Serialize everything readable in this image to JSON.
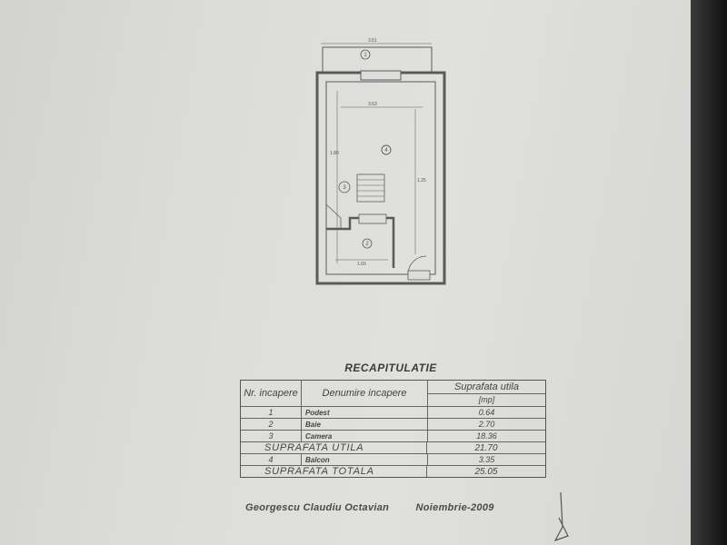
{
  "plan": {
    "room_numbers": [
      "1",
      "2",
      "3",
      "4"
    ],
    "dimensions": [
      "3.51",
      "3.63",
      "1.80",
      "1.25",
      "1.60"
    ]
  },
  "recap": {
    "title": "RECAPITULATIE",
    "headers": {
      "nr": "Nr. incapere",
      "denumire": "Denumire incapere",
      "suprafata": "Suprafata utila",
      "unit": "[mp]"
    },
    "rows": [
      {
        "nr": "1",
        "name": "Podest",
        "area": "0.64"
      },
      {
        "nr": "2",
        "name": "Baie",
        "area": "2.70"
      },
      {
        "nr": "3",
        "name": "Camera",
        "area": "18.36"
      }
    ],
    "utila": {
      "label": "SUPRAFATA UTILA",
      "value": "21.70"
    },
    "balcon": {
      "nr": "4",
      "name": "Balcon",
      "area": "3.35"
    },
    "totala": {
      "label": "SUPRAFATA TOTALA",
      "value": "25.05"
    }
  },
  "signature": {
    "author": "Georgescu Claudiu Octavian",
    "date": "Noiembrie-2009"
  }
}
